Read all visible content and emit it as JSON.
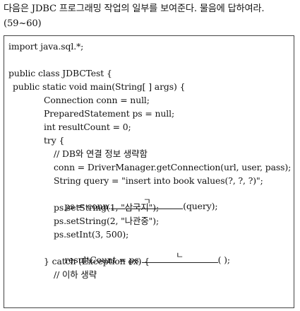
{
  "question": {
    "text": "다음은 JDBC 프로그래밍 작업의 일부를 보여준다. 물음에 답하여라. (59~60)"
  },
  "code": {
    "line_import": "import java.sql.*;",
    "line_class": "public class JDBCTest {",
    "line_main": "public static void main(String[ ] args) {",
    "line_conn": "Connection conn = null;",
    "line_ps": "PreparedStatement ps = null;",
    "line_count": "int resultCount = 0;",
    "line_try": "try {",
    "line_comment1": "// DB와 연결 정보 생략함",
    "line_getconn": "conn = DriverManager.getConnection(url, user, pass);",
    "line_query": "String query = \"insert into book values(?, ?, ?)\";",
    "line_prepare_pre": "ps = conn.",
    "blank1_mark": "ㄱ",
    "line_prepare_post": "(query);",
    "line_set1": "ps.setString(1, \"삼국지\");",
    "line_set2": "ps.setString(2, \"나관중\");",
    "line_set3": "ps.setInt(3, 500);",
    "line_exec_pre": "resultCount = ps.",
    "blank2_mark": "ㄴ",
    "line_exec_post": "( );",
    "line_catch": "} catch (Exception ex) {",
    "line_comment2": "// 이하 생략"
  }
}
